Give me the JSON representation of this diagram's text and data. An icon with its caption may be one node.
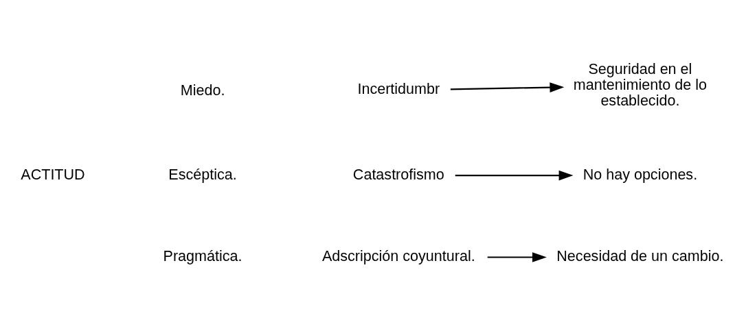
{
  "diagram": {
    "nodes": [
      {
        "text": [
          "Incertidumbr"
        ]
      },
      {
        "text": [
          "Seguridad en el mantenimiento de lo establecido."
        ]
      },
      {
        "text": [
          "Catastrofismo"
        ]
      },
      {
        "text": [
          "No hay opciones."
        ]
      },
      {
        "text": [
          "Adscripción coyuntural."
        ]
      },
      {
        "text": [
          "Necesidad de un cambio."
        ]
      }
    ],
    "edges": [
      {
        "from": 0,
        "to": 1,
        "arrow": "to"
      },
      {
        "from": 2,
        "to": 3,
        "arrow": "to"
      },
      {
        "from": 4,
        "to": 5,
        "arrow": "to"
      }
    ],
    "labels": [
      "ACTITUD",
      "Miedo.",
      "Escéptica.",
      "Pragmática."
    ]
  }
}
